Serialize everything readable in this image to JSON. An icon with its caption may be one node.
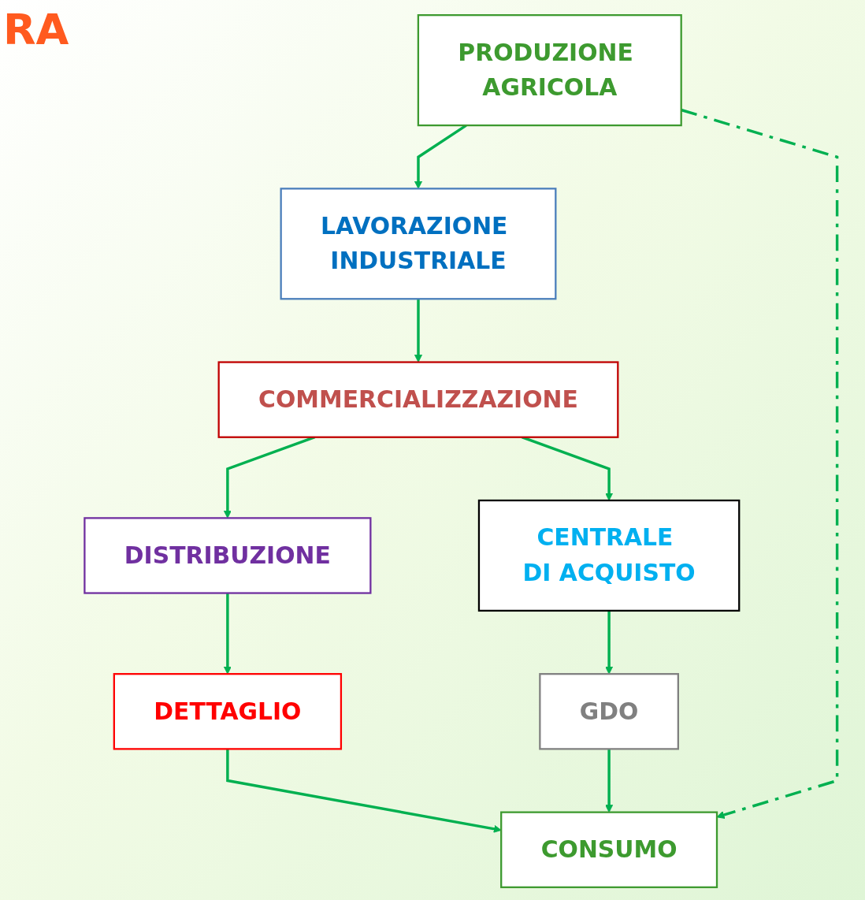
{
  "diagram": {
    "title": "RA",
    "nodes": [
      {
        "text": [
          "PRODUZIONE AGRICOLA"
        ]
      },
      {
        "text": [
          "LAVORAZIONE INDUSTRIALE"
        ]
      },
      {
        "text": [
          "COMMERCIALIZZAZIONE"
        ]
      },
      {
        "text": [
          "DISTRIBUZIONE"
        ]
      },
      {
        "text": [
          "CENTRALE DI ACQUISTO"
        ]
      },
      {
        "text": [
          "DETTAGLIO"
        ]
      },
      {
        "text": [
          "GDO"
        ]
      },
      {
        "text": [
          "CONSUMO"
        ]
      }
    ],
    "edges": [
      {
        "from": 0,
        "to": 1,
        "arrow": "to"
      },
      {
        "from": 1,
        "to": 2,
        "arrow": "to"
      },
      {
        "from": 2,
        "to": 3,
        "arrow": "to"
      },
      {
        "from": 2,
        "to": 4,
        "arrow": "to"
      },
      {
        "from": 3,
        "to": 5,
        "arrow": "to"
      },
      {
        "from": 4,
        "to": 6,
        "arrow": "to"
      },
      {
        "from": 5,
        "to": 7,
        "arrow": "to"
      },
      {
        "from": 6,
        "to": 7,
        "arrow": "to"
      },
      {
        "from": 0,
        "to": 7,
        "arrow": "to",
        "style": "dashed"
      }
    ]
  }
}
